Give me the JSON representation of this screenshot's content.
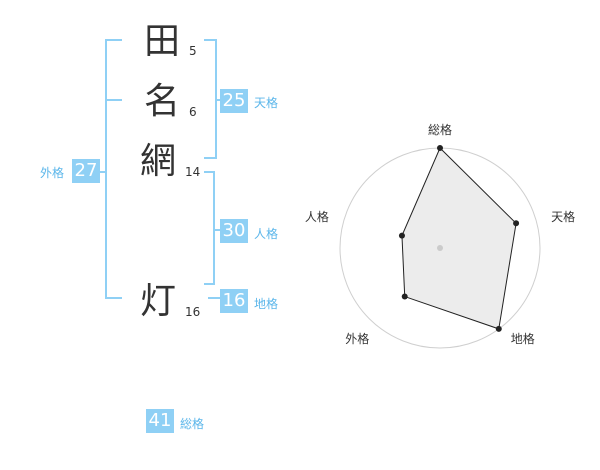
{
  "name_chars": [
    {
      "char": "田",
      "strokes": "5"
    },
    {
      "char": "名",
      "strokes": "6"
    },
    {
      "char": "網",
      "strokes": "14"
    },
    {
      "char": "灯",
      "strokes": "16"
    }
  ],
  "scores": {
    "tenkaku": {
      "label": "天格",
      "value": "25"
    },
    "jinkaku": {
      "label": "人格",
      "value": "30"
    },
    "chikaku": {
      "label": "地格",
      "value": "16"
    },
    "gaikaku": {
      "label": "外格",
      "value": "27"
    },
    "soukaku": {
      "label": "総格",
      "value": "41"
    }
  },
  "colors": {
    "accent": "#8fd0f5",
    "accent_text": "#5bb6ea",
    "bracket": "#8fd0f5"
  },
  "chart_data": {
    "type": "radar",
    "axes": [
      "総格",
      "天格",
      "地格",
      "外格",
      "人格"
    ],
    "values": [
      5,
      4,
      5,
      3,
      2
    ],
    "max": 5,
    "rings": 4
  }
}
